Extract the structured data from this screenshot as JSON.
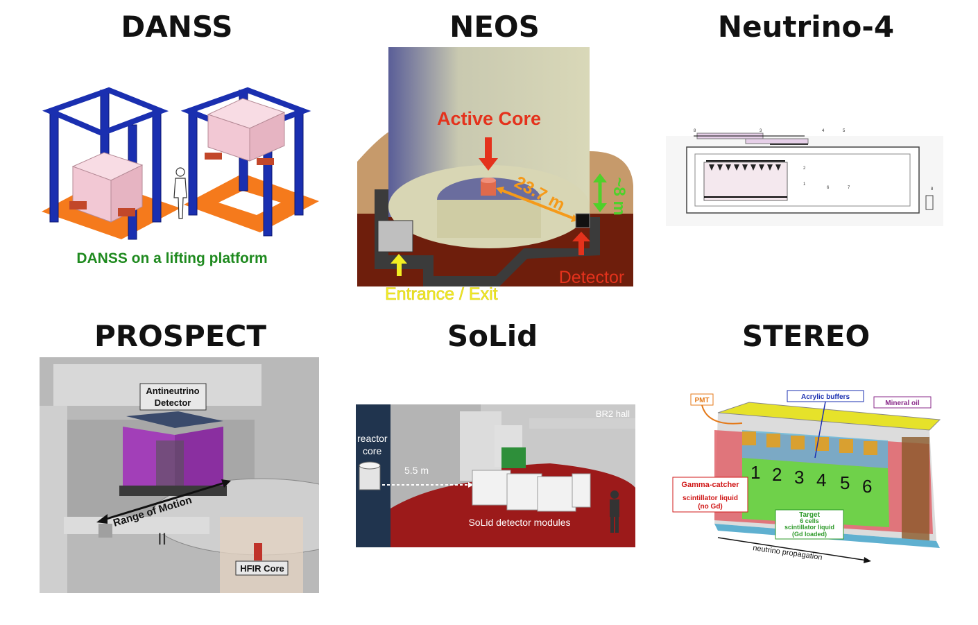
{
  "titles": {
    "danss": "DANSS",
    "neos": "NEOS",
    "neutrino4": "Neutrino-4",
    "prospect": "PROSPECT",
    "solid": "SoLid",
    "stereo": "STEREO"
  },
  "danss": {
    "caption": "DANSS on a lifting platform"
  },
  "neos": {
    "active_core": "Active Core",
    "distance": "23.7 m",
    "depth": "~8 m",
    "detector": "Detector",
    "entrance": "Entrance / Exit"
  },
  "neutrino4": {
    "labels": [
      "8",
      "3",
      "4",
      "5",
      "2",
      "1",
      "6",
      "7",
      "8"
    ]
  },
  "prospect": {
    "detector_line1": "Antineutrino",
    "detector_line2": "Detector",
    "motion": "Range of Motion",
    "core": "HFIR Core",
    "wall_mark": "II"
  },
  "solid": {
    "hall": "BR2 hall",
    "reactor_line1": "reactor",
    "reactor_line2": "core",
    "distance": "5.5 m",
    "modules": "SoLid detector modules"
  },
  "stereo": {
    "pmt": "PMT",
    "acrylic": "Acrylic buffers",
    "mineral": "Mineral oil",
    "gamma_line1": "Gamma-catcher",
    "gamma_line2": "scintillator liquid",
    "gamma_line3": "(no Gd)",
    "target_line1": "Target",
    "target_line2": "6 cells",
    "target_line3": "scintillator liquid",
    "target_line4": "(Gd loaded)",
    "propagation": "neutrino propagation",
    "cells": [
      "1",
      "2",
      "3",
      "4",
      "5",
      "6"
    ]
  },
  "colors": {
    "danss_frame": "#1a2fb0",
    "danss_platform": "#f57a1c",
    "danss_detector": "#f2c8d4",
    "danss_caption": "#1f8a1f",
    "neos_label_red": "#e4321c",
    "neos_label_orange": "#f59a1a",
    "neos_label_yellow": "#f2ee22",
    "neos_green": "#4fd12a",
    "prospect_detector": "#a23fb8",
    "solid_floor": "#9c1a1a",
    "stereo_yellow": "#e6e22a",
    "stereo_red": "#e0636a",
    "stereo_green": "#6fd14a"
  }
}
